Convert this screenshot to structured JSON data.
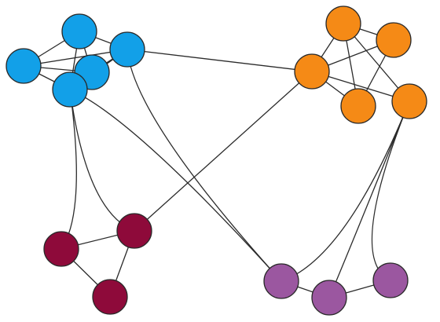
{
  "diagram": {
    "type": "network-graph",
    "clusters": [
      {
        "id": "blue",
        "color": "#12a0e8"
      },
      {
        "id": "orange",
        "color": "#f58a16"
      },
      {
        "id": "maroon",
        "color": "#8e0a3a"
      },
      {
        "id": "purple",
        "color": "#9b57a0"
      }
    ],
    "nodes": [
      {
        "id": "b1",
        "cluster": "blue"
      },
      {
        "id": "b2",
        "cluster": "blue"
      },
      {
        "id": "b3",
        "cluster": "blue"
      },
      {
        "id": "b4",
        "cluster": "blue"
      },
      {
        "id": "b5",
        "cluster": "blue"
      },
      {
        "id": "o1",
        "cluster": "orange"
      },
      {
        "id": "o2",
        "cluster": "orange"
      },
      {
        "id": "o3",
        "cluster": "orange"
      },
      {
        "id": "o4",
        "cluster": "orange"
      },
      {
        "id": "o5",
        "cluster": "orange"
      },
      {
        "id": "m1",
        "cluster": "maroon"
      },
      {
        "id": "m2",
        "cluster": "maroon"
      },
      {
        "id": "m3",
        "cluster": "maroon"
      },
      {
        "id": "p1",
        "cluster": "purple"
      },
      {
        "id": "p2",
        "cluster": "purple"
      },
      {
        "id": "p3",
        "cluster": "purple"
      }
    ],
    "edges": [
      [
        "b1",
        "b2"
      ],
      [
        "b1",
        "b3"
      ],
      [
        "b1",
        "b4"
      ],
      [
        "b1",
        "b5"
      ],
      [
        "b2",
        "b3"
      ],
      [
        "b2",
        "b4"
      ],
      [
        "b2",
        "b5"
      ],
      [
        "b3",
        "b4"
      ],
      [
        "b3",
        "b5"
      ],
      [
        "b4",
        "b5"
      ],
      [
        "o1",
        "o2"
      ],
      [
        "o1",
        "o3"
      ],
      [
        "o1",
        "o4"
      ],
      [
        "o1",
        "o5"
      ],
      [
        "o2",
        "o3"
      ],
      [
        "o2",
        "o4"
      ],
      [
        "o2",
        "o5"
      ],
      [
        "o3",
        "o4"
      ],
      [
        "m1",
        "m2"
      ],
      [
        "m1",
        "m3"
      ],
      [
        "m2",
        "m3"
      ],
      [
        "p1",
        "p2"
      ],
      [
        "p2",
        "p3"
      ],
      [
        "b3",
        "o1"
      ],
      [
        "b5",
        "m1"
      ],
      [
        "b5",
        "m2"
      ],
      [
        "b3",
        "p1"
      ],
      [
        "b5",
        "p1"
      ],
      [
        "o1",
        "m2"
      ],
      [
        "o5",
        "p2"
      ],
      [
        "o5",
        "p3"
      ],
      [
        "o5",
        "p1"
      ]
    ]
  }
}
